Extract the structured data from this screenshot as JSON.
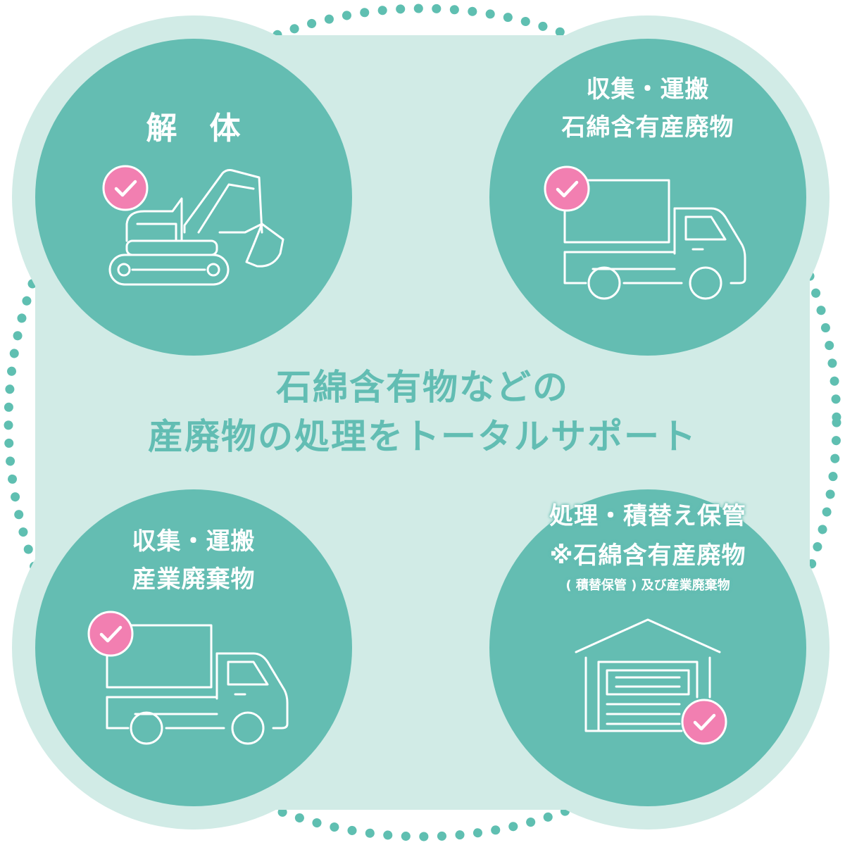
{
  "center": {
    "line1": "石綿含有物などの",
    "line2": "産廃物の処理をトータルサポート"
  },
  "services": {
    "demolition": {
      "title": "解　体"
    },
    "transport_asbestos": {
      "line1": "収集・運搬",
      "line2": "石綿含有産廃物"
    },
    "transport_industrial": {
      "line1": "収集・運搬",
      "line2": "産業廃棄物"
    },
    "storage": {
      "line1": "処理・積替え保管",
      "line2": "※石綿含有産廃物",
      "line3": "( 積替保管 ) 及び産業廃棄物"
    }
  },
  "colors": {
    "circle": "#64bdb2",
    "light_blob": "#d1ebe6",
    "dot": "#5fbfb1",
    "check": "#f27fb1",
    "center_text": "#62bdb3"
  },
  "icons": {
    "demolition": "excavator-icon",
    "transport_asbestos": "truck-icon",
    "transport_industrial": "truck-icon",
    "storage": "warehouse-icon",
    "check": "check-badge-icon"
  }
}
